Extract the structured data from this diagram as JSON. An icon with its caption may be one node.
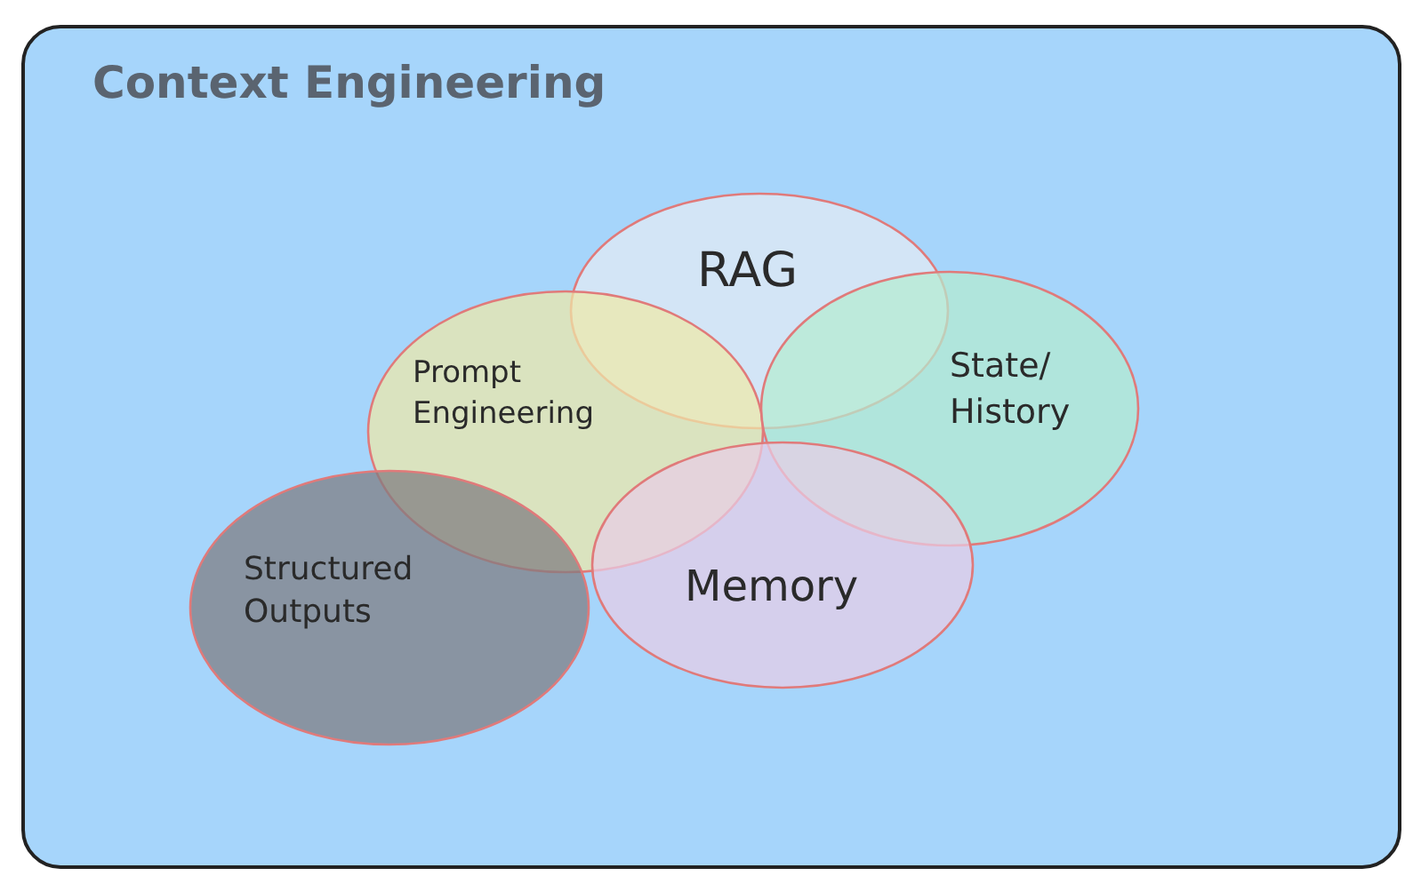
{
  "diagram": {
    "title": "Context Engineering",
    "nodes": [
      {
        "text": [
          "RAG"
        ]
      },
      {
        "text": [
          "Prompt Engineering"
        ]
      },
      {
        "text": [
          "State/ History"
        ]
      },
      {
        "text": [
          "Memory"
        ]
      },
      {
        "text": [
          "Structured Outputs"
        ]
      }
    ],
    "edges": []
  }
}
